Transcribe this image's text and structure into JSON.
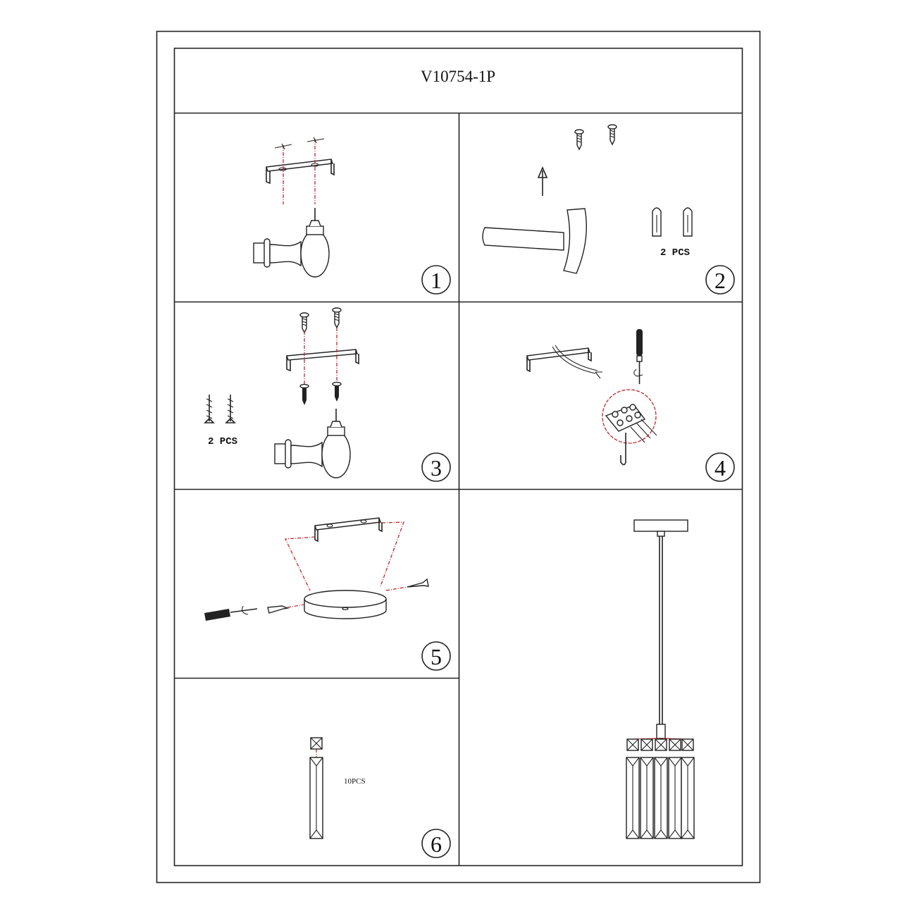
{
  "header": {
    "model_number": "V10754-1P"
  },
  "steps": [
    {
      "number": "1"
    },
    {
      "number": "2",
      "quantity_label": "2 PCS"
    },
    {
      "number": "3",
      "quantity_label": "2 PCS"
    },
    {
      "number": "4"
    },
    {
      "number": "5"
    },
    {
      "number": "6",
      "quantity_label": "10PCS"
    }
  ],
  "colors": {
    "line": "#222222",
    "guide": "#c0272d"
  }
}
